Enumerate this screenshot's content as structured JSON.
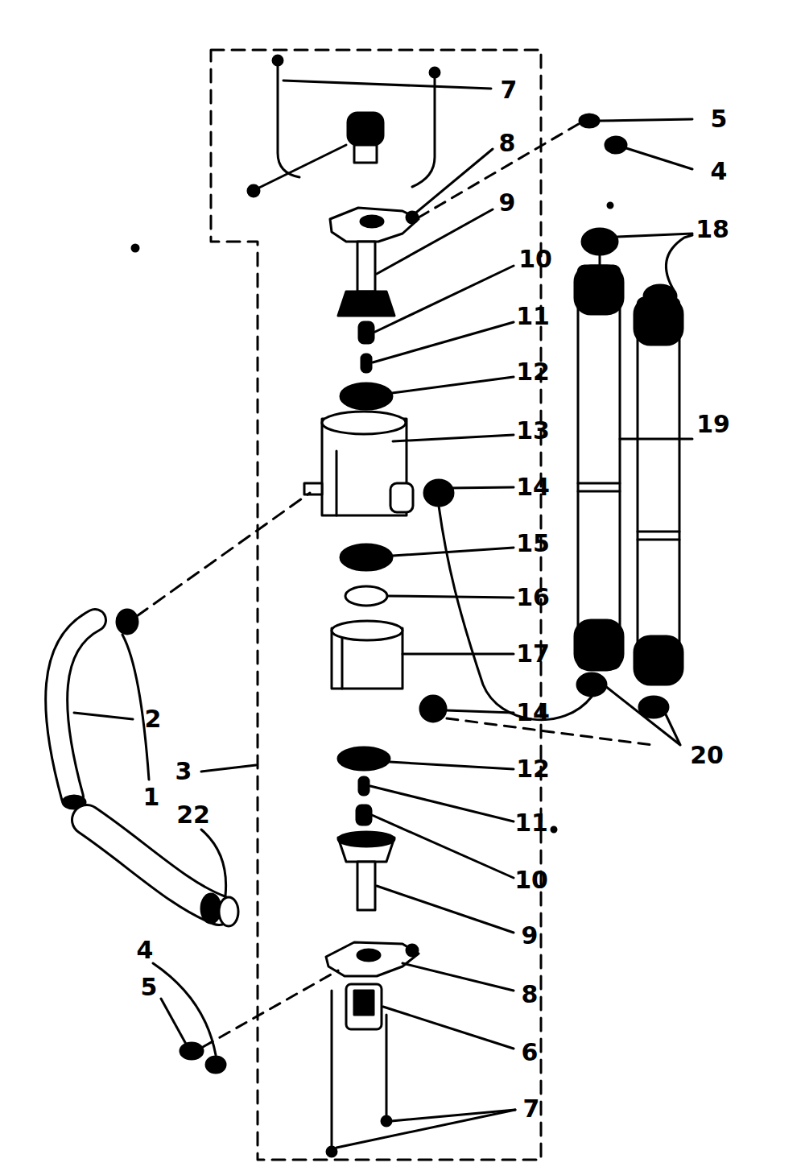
{
  "diagram": {
    "labels": [
      "7",
      "5",
      "8",
      "4",
      "9",
      "18",
      "10",
      "11",
      "12",
      "19",
      "13",
      "14",
      "15",
      "16",
      "17",
      "14",
      "2",
      "20",
      "12",
      "3",
      "1",
      "22",
      "11",
      "10",
      "9",
      "4",
      "5",
      "8",
      "6",
      "7"
    ]
  }
}
